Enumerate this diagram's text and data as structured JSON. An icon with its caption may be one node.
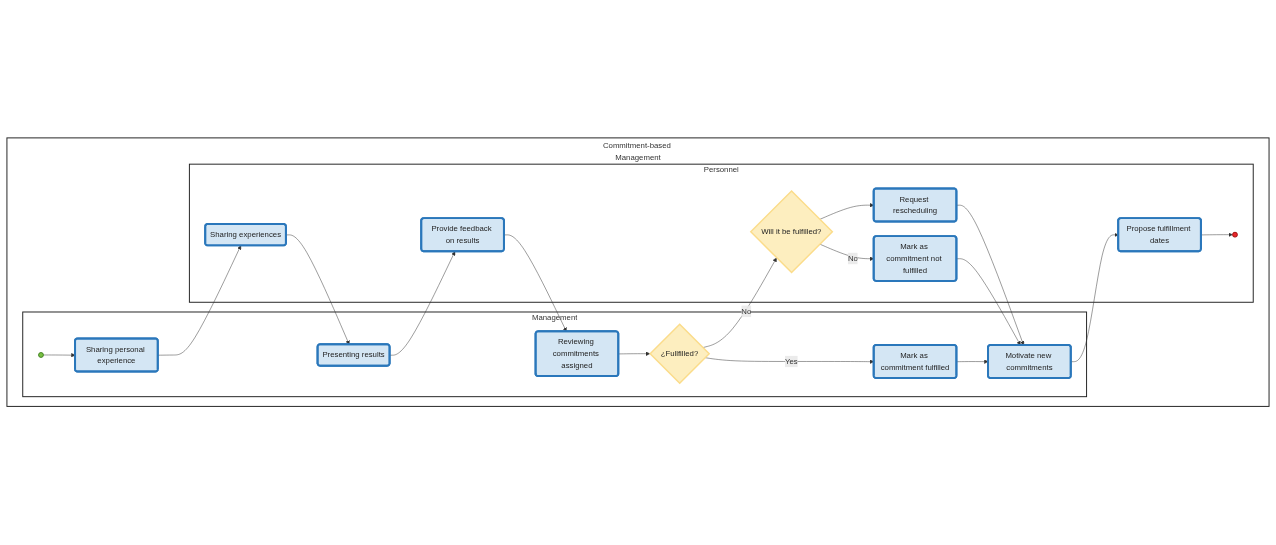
{
  "diagram": {
    "nodes": [
      {
        "text": [
          "Commitment-based Management"
        ]
      },
      {
        "text": [
          "Management"
        ],
        "in": 0
      },
      {
        "text": [],
        "shape": "circle",
        "in": 1
      },
      {
        "text": [
          "Sharing personal experience"
        ],
        "in": 1
      },
      {
        "text": [
          "Presenting results"
        ],
        "in": 1
      },
      {
        "text": [
          "Reviewing commitments assigned"
        ],
        "in": 1
      },
      {
        "text": [
          "¿Fullfilled?"
        ],
        "in": 1
      },
      {
        "text": [
          "Mark as commitment fulfilled"
        ],
        "in": 1
      },
      {
        "text": [
          "Motivate new commitments"
        ],
        "in": 1
      },
      {
        "text": [
          "Personnel"
        ],
        "in": 0
      },
      {
        "text": [
          "Sharing experiences"
        ],
        "in": 9
      },
      {
        "text": [
          "Provide feedback on results"
        ],
        "in": 9
      },
      {
        "text": [
          "Will it be fulfilled?"
        ],
        "in": 9
      },
      {
        "text": [
          "Request rescheduling"
        ],
        "in": 9
      },
      {
        "text": [
          "Mark as commitment not fulfilled"
        ],
        "in": 9
      },
      {
        "text": [
          "Propose fulfillment dates"
        ],
        "in": 9
      },
      {
        "text": [],
        "shape": "circle",
        "in": 9
      }
    ],
    "edges": [
      {
        "from": 2,
        "to": 3,
        "arrow": "to"
      },
      {
        "from": 3,
        "to": 10,
        "arrow": "to"
      },
      {
        "from": 10,
        "to": 4,
        "arrow": "to"
      },
      {
        "from": 4,
        "to": 11,
        "arrow": "to"
      },
      {
        "from": 11,
        "to": 5,
        "arrow": "to"
      },
      {
        "from": 5,
        "to": 6,
        "arrow": "to"
      },
      {
        "from": 6,
        "to": 7,
        "arrow": "to",
        "label": "Yes"
      },
      {
        "from": 6,
        "to": 12,
        "arrow": "to",
        "label": "No"
      },
      {
        "from": 12,
        "to": 13,
        "arrow": "to"
      },
      {
        "from": 12,
        "to": 14,
        "arrow": "to",
        "label": "No"
      },
      {
        "from": 7,
        "to": 8,
        "arrow": "to"
      },
      {
        "from": 13,
        "to": 8,
        "arrow": "to"
      },
      {
        "from": 14,
        "to": 8,
        "arrow": "to"
      },
      {
        "from": 8,
        "to": 15,
        "arrow": "to"
      },
      {
        "from": 15,
        "to": 16,
        "arrow": "to"
      }
    ]
  }
}
